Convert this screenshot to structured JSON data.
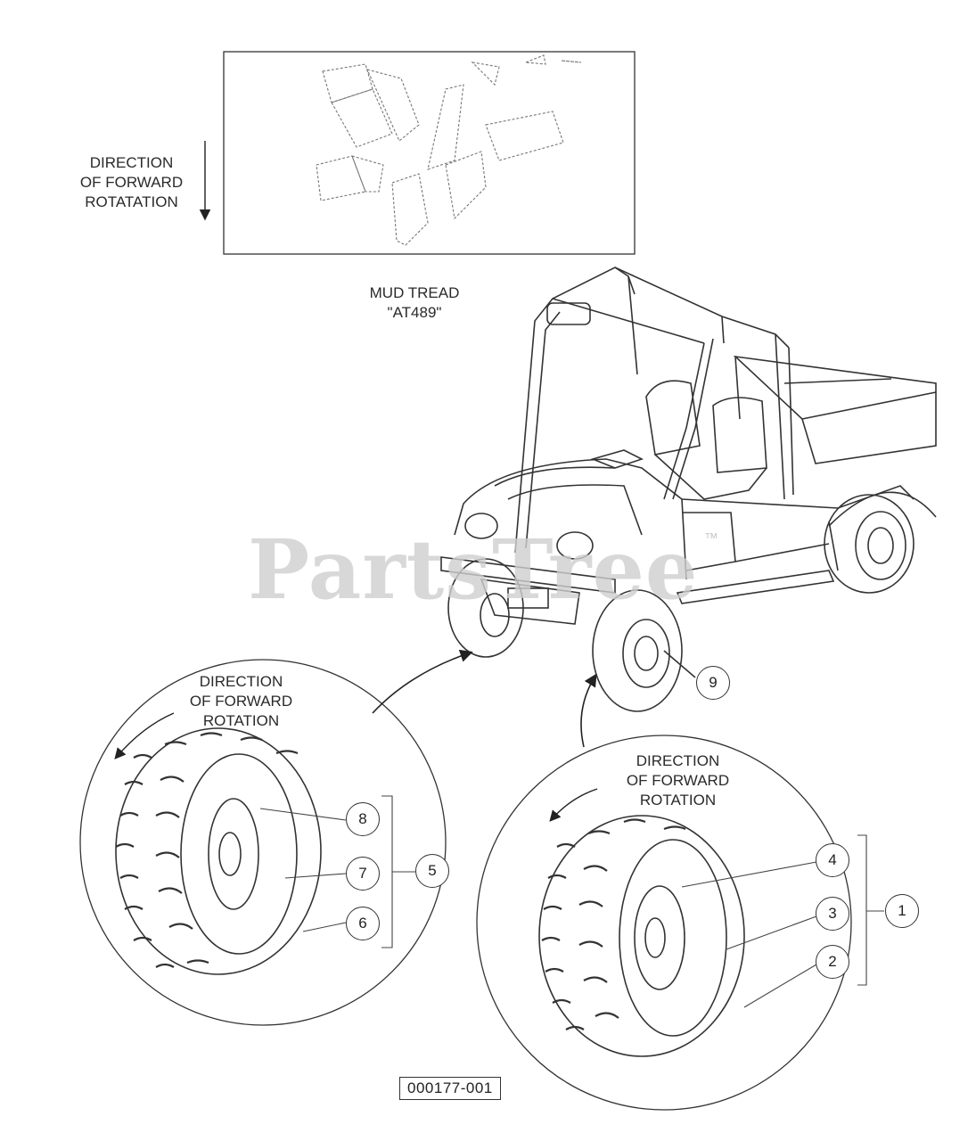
{
  "labels": {
    "tread_direction": "DIRECTION\nOF FORWARD\nROTATATION",
    "mud_tread": "MUD TREAD\n\"AT489\"",
    "left_direction": "DIRECTION\nOF FORWARD\nROTATION",
    "right_direction": "DIRECTION\nOF FORWARD\nROTATION"
  },
  "callouts": [
    "1",
    "2",
    "3",
    "4",
    "5",
    "6",
    "7",
    "8",
    "9"
  ],
  "reference": "000177-001",
  "watermark": "PartsTree",
  "watermark_tm": "™"
}
